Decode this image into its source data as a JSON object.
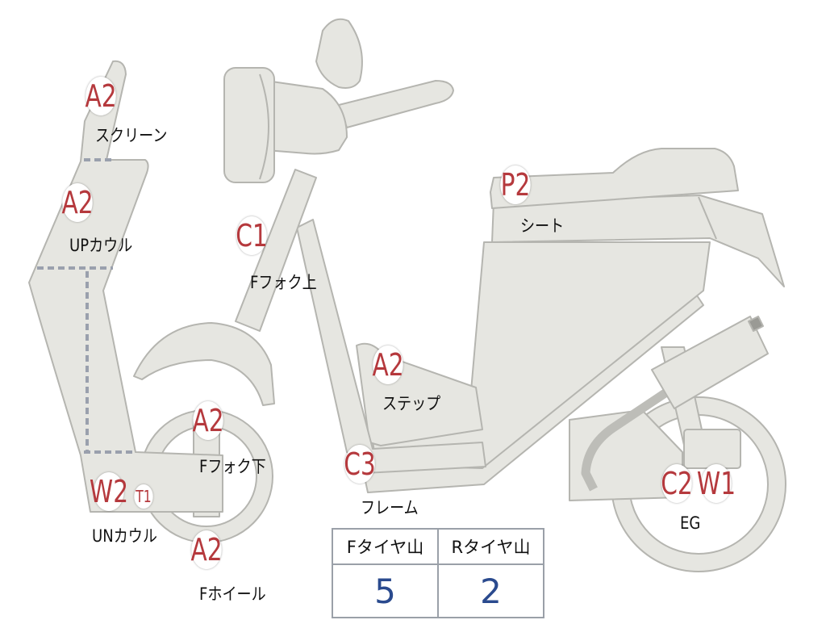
{
  "parts": [
    {
      "code": "A2",
      "label": "スクリーン"
    },
    {
      "code": "A2",
      "label": "UPカウル"
    },
    {
      "code": "W2",
      "label": "UNカウル"
    },
    {
      "code": "T1",
      "label": ""
    },
    {
      "code": "C1",
      "label": "Fフォク上"
    },
    {
      "code": "A2",
      "label": "Fフォク下"
    },
    {
      "code": "A2",
      "label": "Fホイール"
    },
    {
      "code": "A2",
      "label": "ステップ"
    },
    {
      "code": "C3",
      "label": "フレーム"
    },
    {
      "code": "P2",
      "label": "シート"
    },
    {
      "code": "C2",
      "label": "EG"
    },
    {
      "code": "W1",
      "label": ""
    }
  ],
  "tire_tread": {
    "front_label": "Fタイヤ山",
    "rear_label": "Rタイヤ山",
    "front_value": "5",
    "rear_value": "2"
  },
  "colors": {
    "body_fill": "#e6e6e1",
    "body_stroke": "#b5b5b0",
    "code_text": "#b5393d",
    "tire_value": "#2a4a8e"
  }
}
